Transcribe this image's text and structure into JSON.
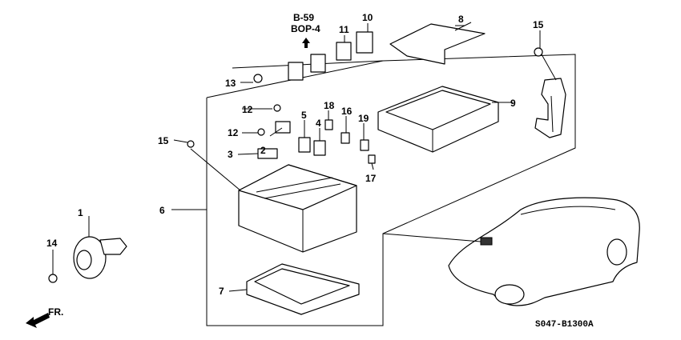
{
  "diagram": {
    "part_labels": {
      "p1": "1",
      "p2": "2",
      "p3": "3",
      "p4": "4",
      "p5": "5",
      "p6": "6",
      "p7": "7",
      "p8": "8",
      "p9": "9",
      "p10": "10",
      "p11": "11",
      "p12a": "12",
      "p12b": "12",
      "p13": "13",
      "p14": "14",
      "p15a": "15",
      "p15b": "15",
      "p16": "16",
      "p17": "17",
      "p18": "18",
      "p19": "19"
    },
    "reference": {
      "line1": "B-59",
      "line2": "BOP-4"
    },
    "front_marker": "FR.",
    "diagram_code": "S047-B1300A"
  }
}
